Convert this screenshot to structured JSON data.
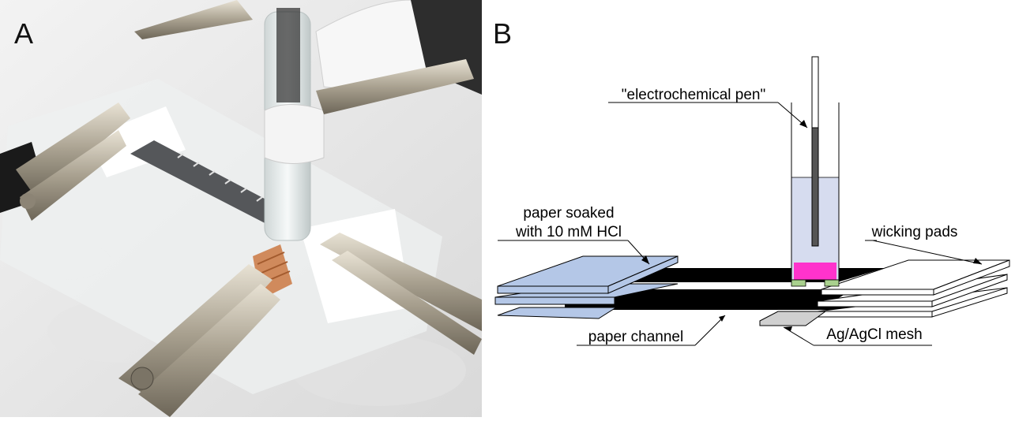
{
  "panels": {
    "a": {
      "label": "A"
    },
    "b": {
      "label": "B"
    }
  },
  "diagram": {
    "labels": {
      "pen": "\"electrochemical pen\"",
      "soaked_line1": "paper soaked",
      "soaked_line2": "with 10 mM HCl",
      "wicking": "wicking pads",
      "channel": "paper channel",
      "mesh": "Ag/AgCl mesh"
    }
  },
  "colors": {
    "paper_blue": "#b4c7e7",
    "pink_gel": "#ff33cc",
    "green_pad": "#a9d18e",
    "electrolyte": "#d6dcef",
    "electrode": "#555555",
    "channel": "#000000",
    "mesh_gray": "#d0d0d0"
  }
}
